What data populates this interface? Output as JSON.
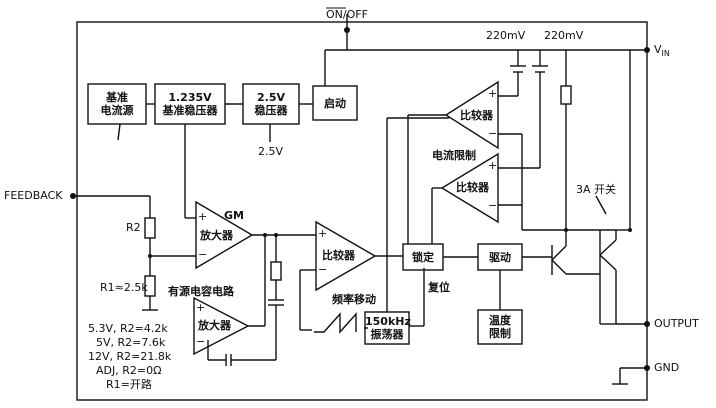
{
  "pins": {
    "on_off": "ON/OFF",
    "vin": "V",
    "vin_sub": "IN",
    "feedback": "FEEDBACK",
    "output": "OUTPUT",
    "gnd": "GND"
  },
  "voltage_labels": {
    "left_220mv": "220mV",
    "right_220mv": "220mV",
    "v25": "2.5V"
  },
  "blocks": {
    "ref_current": [
      "基准",
      "电流源"
    ],
    "reg_1235": [
      "1.235V",
      "基准稳压器"
    ],
    "reg_25": [
      "2.5V",
      "稳压器"
    ],
    "startup": "启动",
    "gm_amp": "放大器",
    "gm_label": "GM",
    "comparator_main": "比较器",
    "amp2": "放大器",
    "comp_top": "比较器",
    "comp_mid": "比较器",
    "latch": "锁定",
    "driver": "驱动",
    "oscillator": [
      "150kHz",
      "振荡器"
    ],
    "temp_limit": [
      "温度",
      "限制"
    ]
  },
  "annotations": {
    "current_limit": "电流限制",
    "switch_3a": "3A 开关",
    "active_rc": "有源电容电路",
    "freq_shift": "频率移动",
    "reset": "复位",
    "r2": "R2",
    "r1": "R1≈2.5k",
    "table": [
      "5.3V, R2=4.2k",
      "5V, R2=7.6k",
      "12V, R2=21.8k",
      "ADJ, R2=0Ω",
      "R1=开路"
    ]
  },
  "signs": {
    "plus": "+",
    "minus": "−"
  }
}
